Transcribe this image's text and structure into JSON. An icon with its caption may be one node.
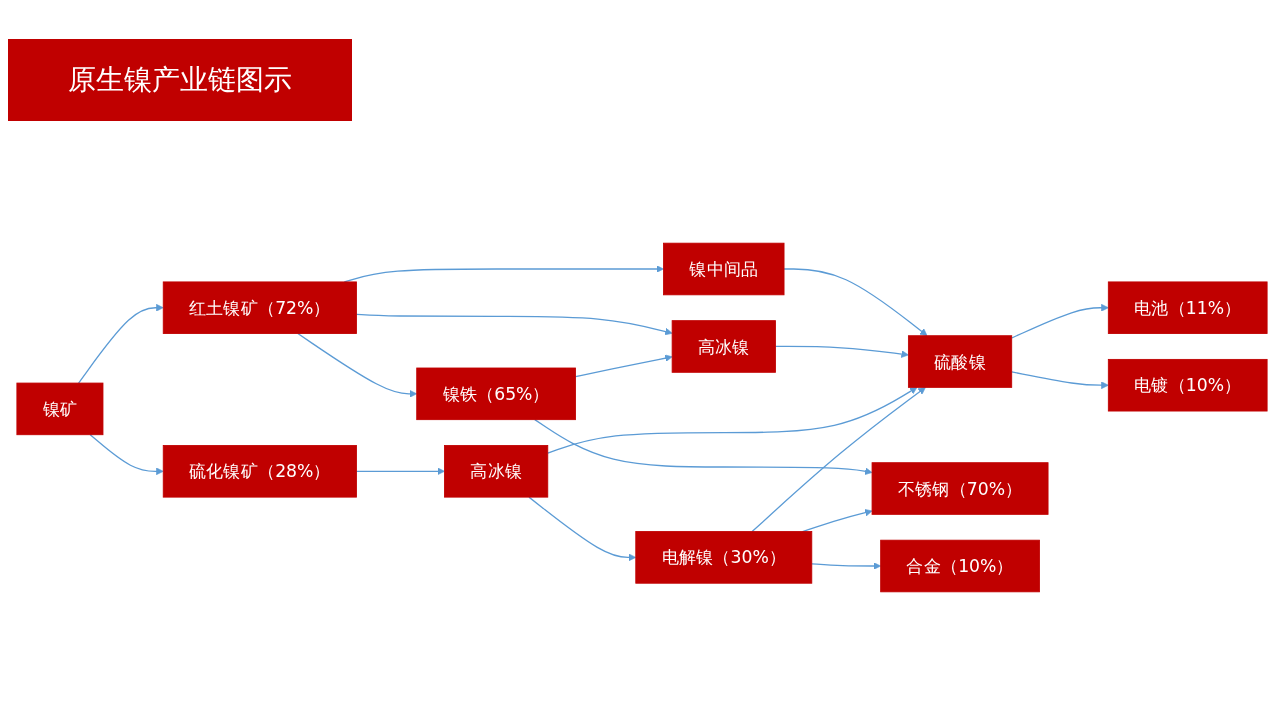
{
  "diagram": {
    "title": "原生镍产业链图示",
    "nodes": [
      {
        "text": [
          "镍矿"
        ]
      },
      {
        "text": [
          "红土镍矿（72%）"
        ]
      },
      {
        "text": [
          "硫化镍矿（28%）"
        ]
      },
      {
        "text": [
          "镍铁（65%）"
        ]
      },
      {
        "text": [
          "镍中间品"
        ]
      },
      {
        "text": [
          "高冰镍"
        ]
      },
      {
        "text": [
          "高冰镍"
        ]
      },
      {
        "text": [
          "硫酸镍"
        ]
      },
      {
        "text": [
          "电解镍（30%）"
        ]
      },
      {
        "text": [
          "不锈钢（70%）"
        ]
      },
      {
        "text": [
          "电池（11%）"
        ]
      },
      {
        "text": [
          "电镀（10%）"
        ]
      },
      {
        "text": [
          "合金（10%）"
        ]
      }
    ],
    "edges": [
      {
        "from": 0,
        "to": 1,
        "arrow": "to"
      },
      {
        "from": 0,
        "to": 2,
        "arrow": "to"
      },
      {
        "from": 1,
        "to": 3,
        "arrow": "to"
      },
      {
        "from": 1,
        "to": 5,
        "arrow": "to"
      },
      {
        "from": 1,
        "to": 4,
        "arrow": "to"
      },
      {
        "from": 3,
        "to": 9,
        "arrow": "to"
      },
      {
        "from": 3,
        "to": 5,
        "arrow": "to"
      },
      {
        "from": 2,
        "to": 6,
        "arrow": "to"
      },
      {
        "from": 4,
        "to": 7,
        "arrow": "to"
      },
      {
        "from": 5,
        "to": 7,
        "arrow": "to"
      },
      {
        "from": 6,
        "to": 7,
        "arrow": "to"
      },
      {
        "from": 6,
        "to": 8,
        "arrow": "to"
      },
      {
        "from": 8,
        "to": 7,
        "arrow": "to"
      },
      {
        "from": 8,
        "to": 12,
        "arrow": "to"
      },
      {
        "from": 8,
        "to": 9,
        "arrow": "to"
      },
      {
        "from": 7,
        "to": 10,
        "arrow": "to"
      },
      {
        "from": 7,
        "to": 11,
        "arrow": "to"
      }
    ]
  }
}
